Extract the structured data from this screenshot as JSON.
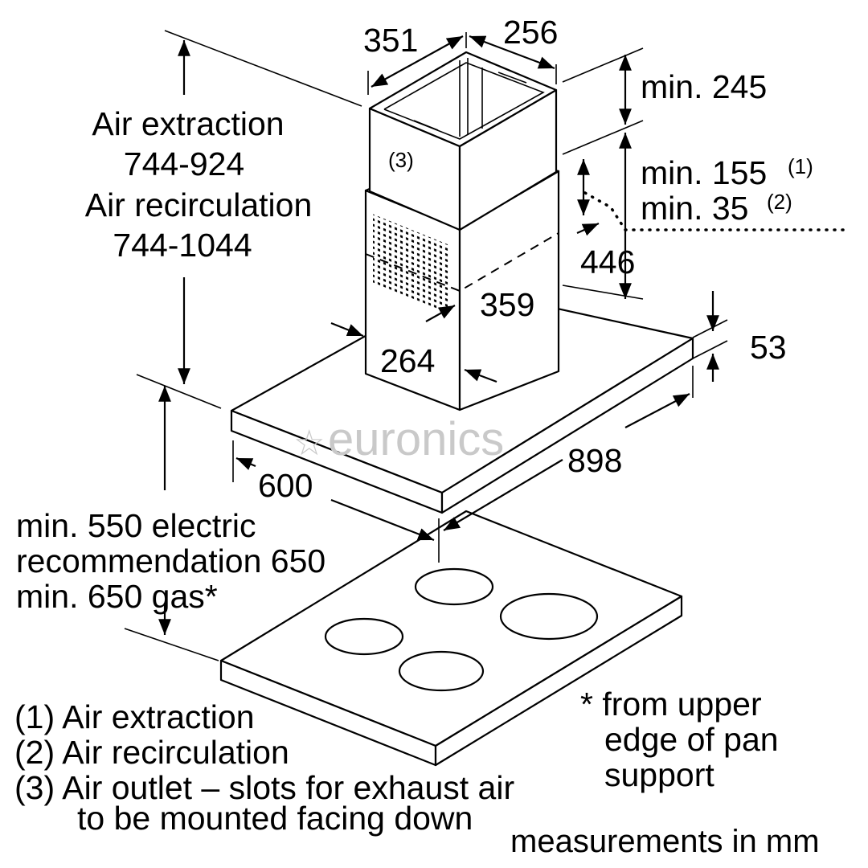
{
  "labels": {
    "extraction_title": "Air extraction",
    "extraction_range": "744-924",
    "recirculation_title": "Air recirculation",
    "recirculation_range": "744-1044",
    "dim_351": "351",
    "dim_256": "256",
    "dim_min245": "min. 245",
    "dim_min155": "min. 155",
    "ref_1": "(1)",
    "dim_min35": "min. 35",
    "ref_2": "(2)",
    "ref_3": "(3)",
    "dim_446": "446",
    "dim_359": "359",
    "dim_264": "264",
    "dim_53": "53",
    "dim_898": "898",
    "dim_600": "600",
    "clearance_line1": "min. 550 electric",
    "clearance_line2": "recommendation 650",
    "clearance_line3": "min. 650 gas*",
    "footnote_line1": "* from upper",
    "footnote_line2": "edge of pan",
    "footnote_line3": "support",
    "legend_1": "(1)  Air extraction",
    "legend_2": "(2)  Air recirculation",
    "legend_3a": "(3)  Air outlet – slots for exhaust air",
    "legend_3b": "to be mounted facing down",
    "units": "measurements in mm",
    "watermark": "euronics"
  },
  "icons": {
    "watermark_star": "star-icon"
  }
}
